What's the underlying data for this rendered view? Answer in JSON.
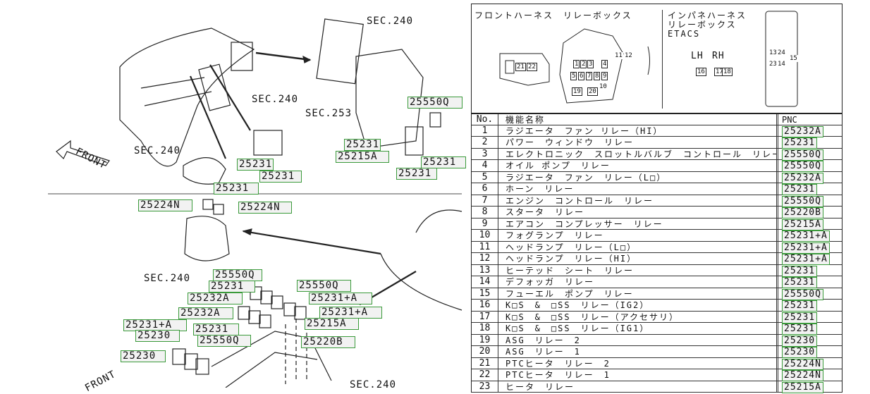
{
  "top_section": {
    "sec_labels": [
      "SEC.240",
      "SEC.240",
      "SEC.253",
      "SEC.240"
    ],
    "front_label": "FRONT",
    "parts": [
      "25550Q",
      "25231",
      "25215A",
      "25231",
      "25231",
      "25231",
      "25231",
      "25231"
    ]
  },
  "bottom_section": {
    "sec_labels": [
      "SEC.240",
      "SEC.240"
    ],
    "front_label": "FRONT",
    "parts": [
      "25224N",
      "25224N",
      "25550Q",
      "25231",
      "25232A",
      "25550Q",
      "25231+A",
      "25232A",
      "25231+A",
      "25231+A",
      "25215A",
      "25231",
      "25230",
      "25550Q",
      "25220B",
      "25230"
    ]
  },
  "legend": {
    "front_harness_title": "フロントハーネス　リレーボックス",
    "inpane_title": "インパネハーネス\nリレーボックス\nETACS",
    "lh": "LH",
    "rh": "RH",
    "box_numbers": [
      "21",
      "22",
      "1",
      "2",
      "3",
      "4",
      "5",
      "6",
      "7",
      "8",
      "9",
      "10",
      "11",
      "12",
      "19",
      "20",
      "16",
      "17",
      "18",
      "13",
      "24",
      "15",
      "23",
      "14"
    ]
  },
  "table": {
    "headers": {
      "no": "No.",
      "name": "機能名称",
      "pnc": "PNC"
    },
    "rows": [
      {
        "no": "1",
        "name": "ラジエータ　ファン リレー（HI）",
        "pnc": "25232A"
      },
      {
        "no": "2",
        "name": "パワー　ウィンドウ　リレー",
        "pnc": "25231"
      },
      {
        "no": "3",
        "name": "エレクトロニック　スロットルバルブ　コントロール　リレー",
        "pnc": "25550Q"
      },
      {
        "no": "4",
        "name": "オイル ポンプ　リレー",
        "pnc": "25550Q"
      },
      {
        "no": "5",
        "name": "ラジエータ　ファン　リレー（L□）",
        "pnc": "25232A"
      },
      {
        "no": "6",
        "name": "ホーン　リレー",
        "pnc": "25231"
      },
      {
        "no": "7",
        "name": "エンジン　コントロール　リレー",
        "pnc": "25550Q"
      },
      {
        "no": "8",
        "name": "スタータ　リレー",
        "pnc": "25220B"
      },
      {
        "no": "9",
        "name": "エアコン　コンプレッサー　リレー",
        "pnc": "25215A"
      },
      {
        "no": "10",
        "name": "フォグランプ　リレー",
        "pnc": "25231+A"
      },
      {
        "no": "11",
        "name": "ヘッドランプ　リレー（L□）",
        "pnc": "25231+A"
      },
      {
        "no": "12",
        "name": "ヘッドランプ　リレー（HI）",
        "pnc": "25231+A"
      },
      {
        "no": "13",
        "name": "ヒーテッド　シート　リレー",
        "pnc": "25231"
      },
      {
        "no": "14",
        "name": "デフォッガ　リレー",
        "pnc": "25231"
      },
      {
        "no": "15",
        "name": "フューエル　ポンプ　リレー",
        "pnc": "25550Q"
      },
      {
        "no": "16",
        "name": "K□S　&　□SS　リレー（IG2）",
        "pnc": "25231"
      },
      {
        "no": "17",
        "name": "K□S　&　□SS　リレー（アクセサリ）",
        "pnc": "25231"
      },
      {
        "no": "18",
        "name": "K□S　&　□SS　リレー（IG1）",
        "pnc": "25231"
      },
      {
        "no": "19",
        "name": "ASG　リレー　2",
        "pnc": "25230"
      },
      {
        "no": "20",
        "name": "ASG　リレー　1",
        "pnc": "25230"
      },
      {
        "no": "21",
        "name": "PTCヒータ　リレー　2",
        "pnc": "25224N"
      },
      {
        "no": "22",
        "name": "PTCヒータ　リレー　1",
        "pnc": "25224N"
      },
      {
        "no": "23",
        "name": "ヒータ　リレー",
        "pnc": "25215A"
      }
    ]
  }
}
